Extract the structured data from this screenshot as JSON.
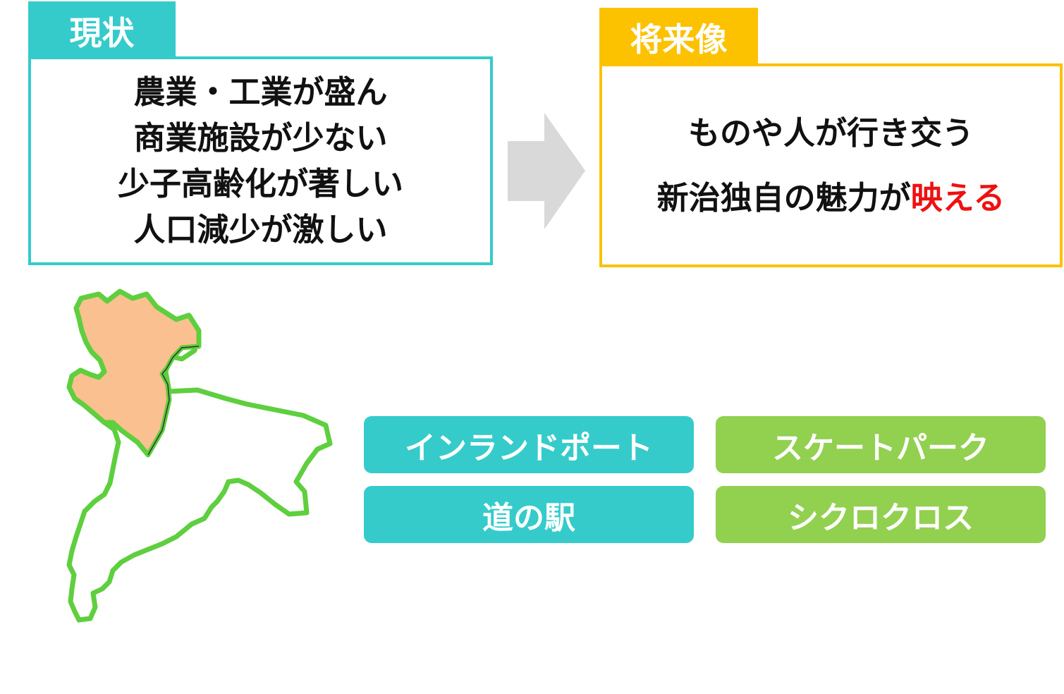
{
  "current": {
    "tab_label": "現状",
    "lines": [
      "農業・工業が盛ん",
      "商業施設が少ない",
      "少子高齢化が著しい",
      "人口減少が激しい"
    ]
  },
  "future": {
    "tab_label": "将来像",
    "line1": "ものや人が行き交う",
    "line2_prefix": "新治独自の魅力が",
    "line2_highlight": "映える"
  },
  "facilities": {
    "inland_port": "インランドポート",
    "skate_park": "スケートパーク",
    "roadside_station": "道の駅",
    "shikuro_cross": "シクロクロス"
  },
  "colors": {
    "current_accent": "#35cbcb",
    "future_accent": "#fcc200",
    "green_accent": "#92d050",
    "highlight_red": "#ee1111",
    "map_fill": "#fbc08f",
    "map_outline": "#5ecf3e"
  }
}
